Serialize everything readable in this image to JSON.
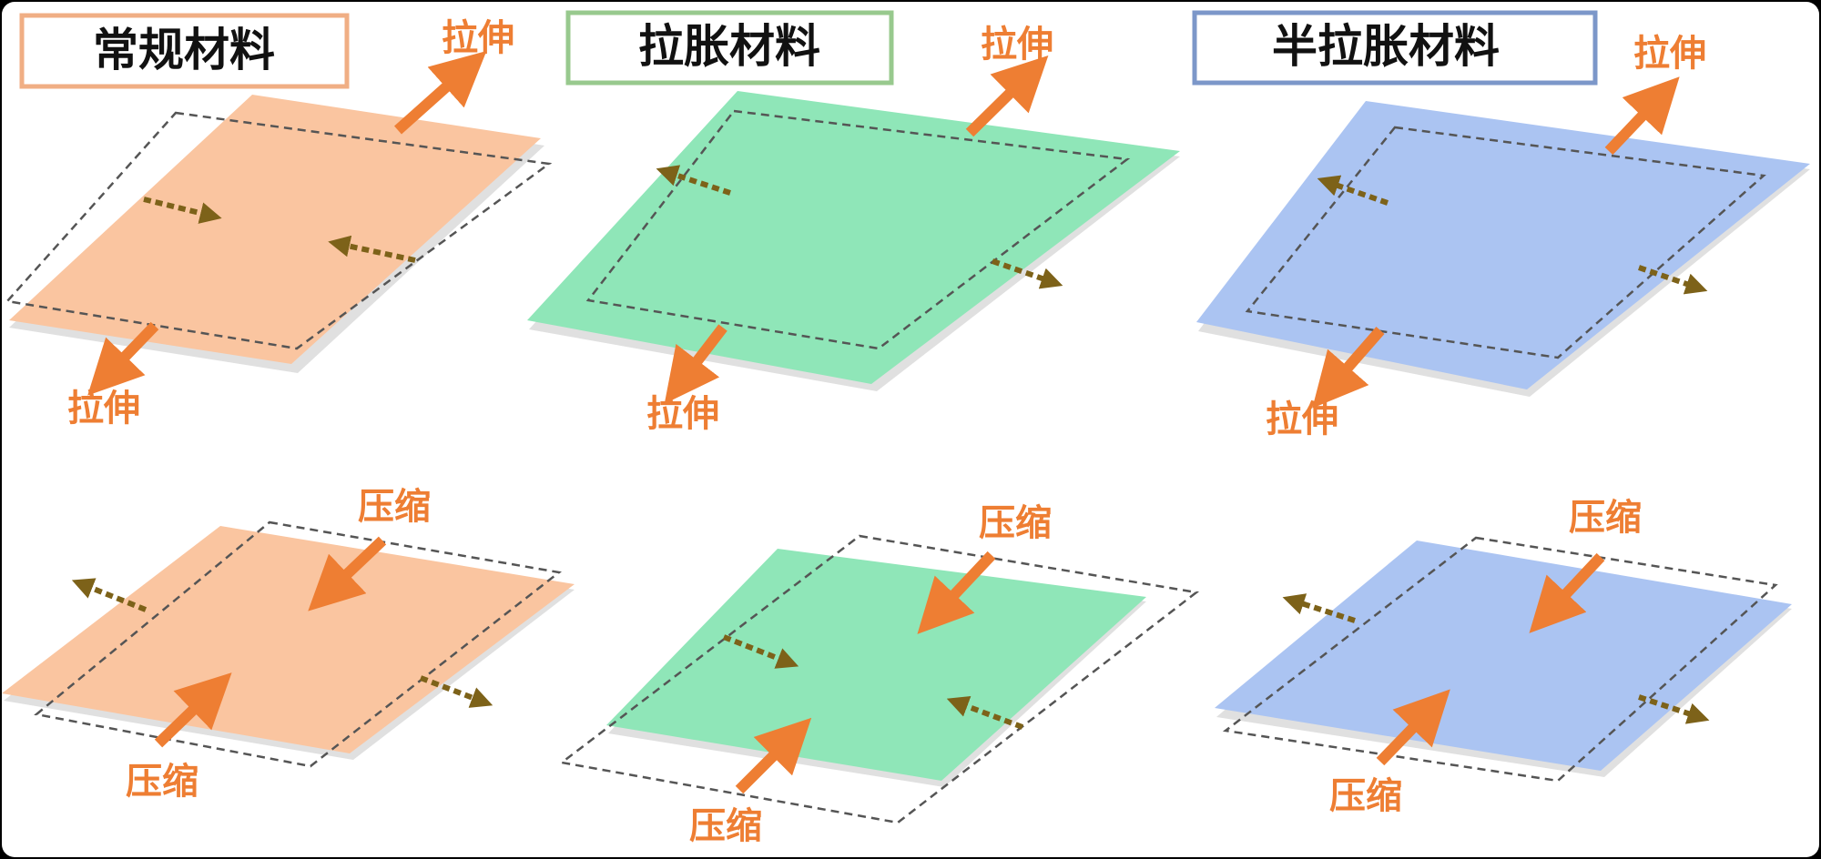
{
  "colors": {
    "orange_sheet": "#FAC5A0",
    "green_sheet": "#8FE6B8",
    "blue_sheet": "#ABC4F2",
    "orange_border": "#F0AE84",
    "green_border": "#98C98E",
    "blue_border": "#7C97C9",
    "arrow_main": "#EE7E33",
    "arrow_dotted": "#7D6219",
    "label_text": "#EE7E33",
    "outline_dash": "#555555",
    "background": "#FFFFFF"
  },
  "panels": [
    {
      "title": "常规材料",
      "top_label_stretch": "拉伸",
      "bottom_label_stretch": "拉伸",
      "top_label_compress": "压缩",
      "bottom_label_compress": "压缩"
    },
    {
      "title": "拉胀材料",
      "top_label_stretch": "拉伸",
      "bottom_label_stretch": "拉伸",
      "top_label_compress": "压缩",
      "bottom_label_compress": "压缩"
    },
    {
      "title": "半拉胀材料",
      "top_label_stretch": "拉伸",
      "bottom_label_stretch": "拉伸",
      "top_label_compress": "压缩",
      "bottom_label_compress": "压缩"
    }
  ]
}
